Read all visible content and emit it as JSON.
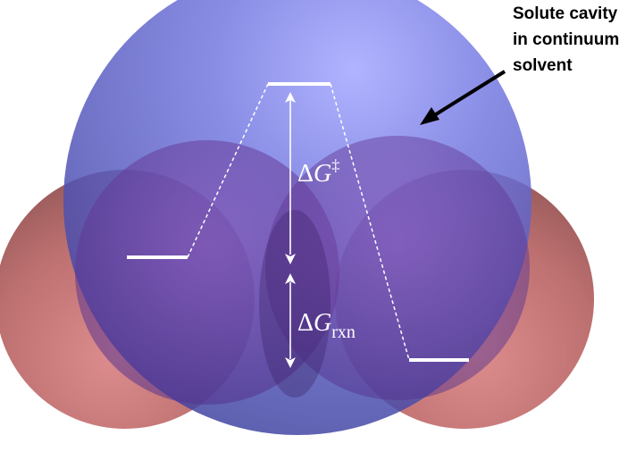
{
  "caption": {
    "lines": [
      "Solute cavity",
      "in continuum",
      "solvent"
    ]
  },
  "labels": {
    "activation": {
      "delta": "Δ",
      "symbol": "G",
      "superscript": "‡"
    },
    "reaction": {
      "delta": "Δ",
      "symbol": "G",
      "subscript": "rxn"
    }
  },
  "colors": {
    "central_sphere": "#8a8cf0",
    "side_spheres": "#cc6f6f",
    "energy_levels": "#ffffff",
    "arrow": "#000000"
  }
}
